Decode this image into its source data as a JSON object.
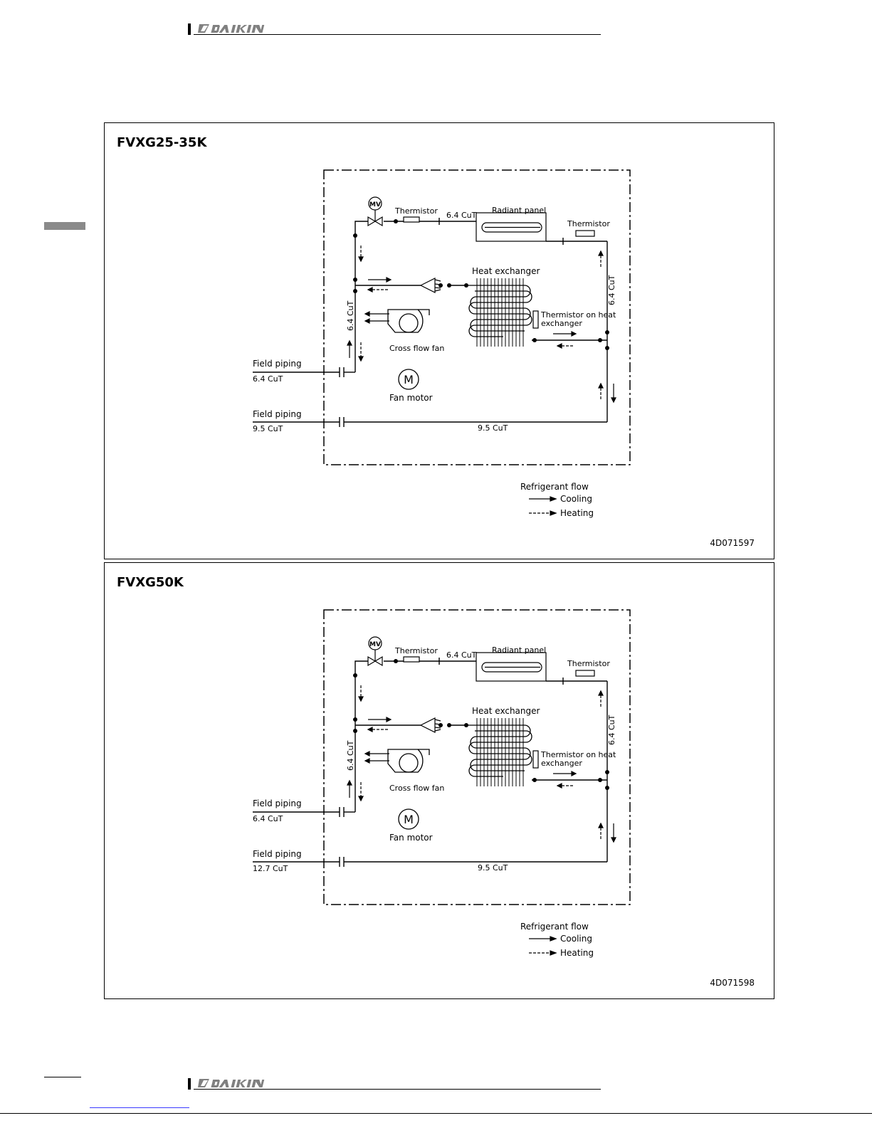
{
  "header": {
    "brand": "DAIKIN"
  },
  "footer": {
    "brand": "DAIKIN"
  },
  "diagrams": [
    {
      "title": "FVXG25-35K",
      "code": "4D071597",
      "labels": {
        "mv": "MV",
        "thermistor_top": "Thermistor",
        "pipe_top": "6.4 CuT",
        "radiant_panel": "Radiant panel",
        "thermistor_right": "Thermistor",
        "heat_exchanger": "Heat exchanger",
        "pipe_right": "6.4 CuT",
        "pipe_left": "6.4 CuT",
        "thermistor_hx_1": "Thermistor on heat",
        "thermistor_hx_2": "exchanger",
        "cross_flow_fan": "Cross flow fan",
        "fan_motor_symbol": "M",
        "fan_motor": "Fan motor",
        "field_piping_1": "Field piping",
        "field_piping_1_size": "6.4 CuT",
        "field_piping_2": "Field piping",
        "field_piping_2_size": "9.5 CuT",
        "pipe_bottom": "9.5 CuT",
        "legend_title": "Refrigerant flow",
        "legend_cooling": "Cooling",
        "legend_heating": "Heating"
      }
    },
    {
      "title": "FVXG50K",
      "code": "4D071598",
      "labels": {
        "mv": "MV",
        "thermistor_top": "Thermistor",
        "pipe_top": "6.4 CuT",
        "radiant_panel": "Radiant panel",
        "thermistor_right": "Thermistor",
        "heat_exchanger": "Heat exchanger",
        "pipe_right": "6.4 CuT",
        "pipe_left": "6.4 CuT",
        "thermistor_hx_1": "Thermistor on heat",
        "thermistor_hx_2": "exchanger",
        "cross_flow_fan": "Cross flow fan",
        "fan_motor_symbol": "M",
        "fan_motor": "Fan motor",
        "field_piping_1": "Field piping",
        "field_piping_1_size": "6.4 CuT",
        "field_piping_2": "Field piping",
        "field_piping_2_size": "12.7 CuT",
        "pipe_bottom": "9.5 CuT",
        "legend_title": "Refrigerant flow",
        "legend_cooling": "Cooling",
        "legend_heating": "Heating"
      }
    }
  ]
}
